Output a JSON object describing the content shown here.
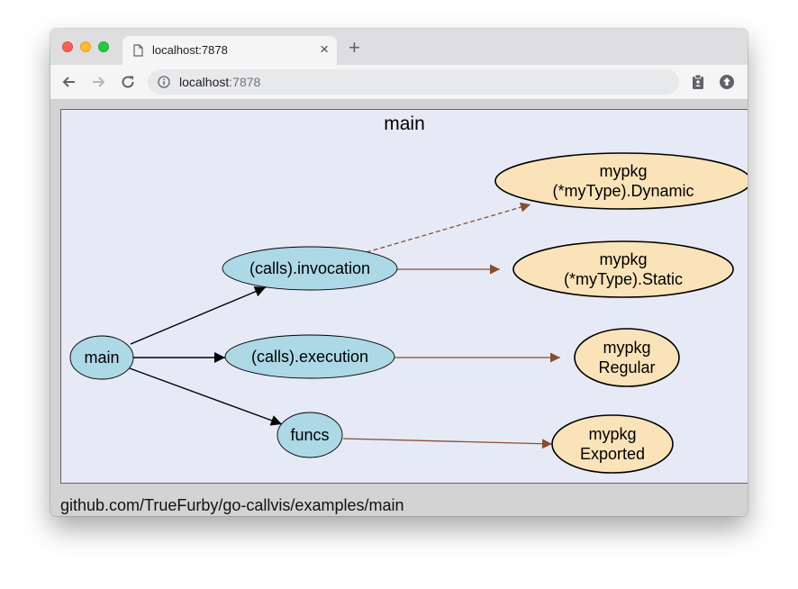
{
  "browser": {
    "tab_title": "localhost:7878",
    "tab_close": "×",
    "new_tab": "+",
    "url_host": "localhost",
    "url_port": ":7878"
  },
  "diagram": {
    "cluster_label": "main",
    "footer": "github.com/TrueFurby/go-callvis/examples/main",
    "colors": {
      "background": "#e6eaf6",
      "local_node": "#add8e6",
      "package_node": "#fae3b9",
      "local_edge": "#000000",
      "external_edge": "#8b4d2c"
    },
    "nodes": [
      {
        "id": "main",
        "lines": [
          "main"
        ],
        "kind": "local"
      },
      {
        "id": "invocation",
        "lines": [
          "(calls).invocation"
        ],
        "kind": "local"
      },
      {
        "id": "execution",
        "lines": [
          "(calls).execution"
        ],
        "kind": "local"
      },
      {
        "id": "funcs",
        "lines": [
          "funcs"
        ],
        "kind": "local"
      },
      {
        "id": "dynamic",
        "lines": [
          "mypkg",
          "(*myType).Dynamic"
        ],
        "kind": "package"
      },
      {
        "id": "static",
        "lines": [
          "mypkg",
          "(*myType).Static"
        ],
        "kind": "package"
      },
      {
        "id": "regular",
        "lines": [
          "mypkg",
          "Regular"
        ],
        "kind": "package"
      },
      {
        "id": "exported",
        "lines": [
          "mypkg",
          "Exported"
        ],
        "kind": "package"
      }
    ],
    "edges": [
      {
        "from": "main",
        "to": "invocation",
        "style": "solid",
        "kind": "local"
      },
      {
        "from": "main",
        "to": "execution",
        "style": "solid",
        "kind": "local"
      },
      {
        "from": "main",
        "to": "funcs",
        "style": "solid",
        "kind": "local"
      },
      {
        "from": "invocation",
        "to": "dynamic",
        "style": "dashed",
        "kind": "external"
      },
      {
        "from": "invocation",
        "to": "static",
        "style": "solid",
        "kind": "external"
      },
      {
        "from": "execution",
        "to": "regular",
        "style": "solid",
        "kind": "external"
      },
      {
        "from": "funcs",
        "to": "exported",
        "style": "solid",
        "kind": "external"
      }
    ]
  }
}
